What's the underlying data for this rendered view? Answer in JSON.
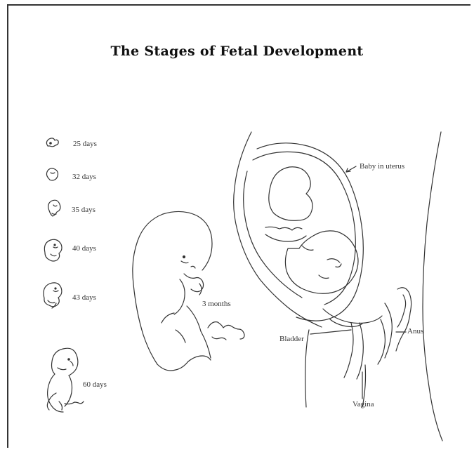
{
  "title": "The Stages of Fetal Development",
  "stages": [
    {
      "label": "25 days"
    },
    {
      "label": "32 days"
    },
    {
      "label": "35 days"
    },
    {
      "label": "40 days"
    },
    {
      "label": "43 days"
    },
    {
      "label": "3 months"
    },
    {
      "label": "60 days"
    }
  ],
  "anatomy_labels": {
    "uterus": "Baby in uterus",
    "bladder": "Bladder",
    "anus": "Anus",
    "vagina": "Vagina"
  }
}
